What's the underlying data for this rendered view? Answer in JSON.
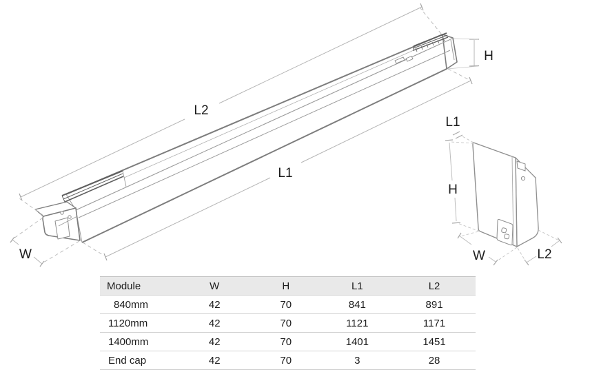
{
  "diagram": {
    "main_view": {
      "description": "isometric line drawing of linear luminaire with end cap",
      "dim_length_overall": "L2",
      "dim_length_module": "L1",
      "dim_height": "H",
      "dim_width": "W"
    },
    "end_view": {
      "description": "end cap detail view",
      "dim_depth_front": "L1",
      "dim_height": "H",
      "dim_width": "W",
      "dim_depth_overall": "L2"
    },
    "colors": {
      "outline": "#7d7d7d",
      "thin_line": "#9a9a9a",
      "track_detail": "#5f5f5f",
      "dimension_line": "#b5b5b5",
      "label_text": "#1a1a1a"
    }
  },
  "table": {
    "headers": [
      "Module",
      "W",
      "H",
      "L1",
      "L2"
    ],
    "rows": [
      [
        "840mm",
        "42",
        "70",
        "841",
        "891"
      ],
      [
        "1120mm",
        "42",
        "70",
        "1121",
        "1171"
      ],
      [
        "1400mm",
        "42",
        "70",
        "1401",
        "1451"
      ],
      [
        "End cap",
        "42",
        "70",
        "3",
        "28"
      ]
    ],
    "header_bg": "#e9e9e9",
    "border_color": "#cdcdcd"
  }
}
